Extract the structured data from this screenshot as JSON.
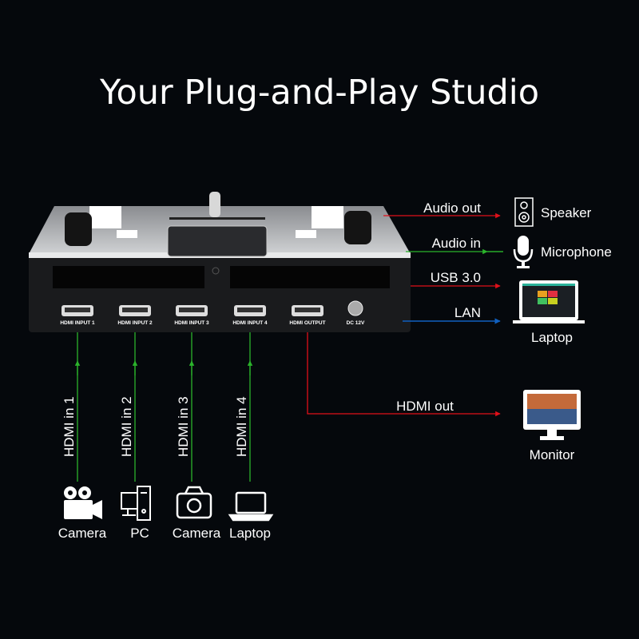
{
  "title": "Your Plug-and-Play Studio",
  "device": {
    "ports": [
      "HDMI INPUT 1",
      "HDMI INPUT 2",
      "HDMI INPUT 3",
      "HDMI INPUT 4",
      "HDMI OUTPUT",
      "DC 12V"
    ]
  },
  "inputs": [
    {
      "line_label": "HDMI in 1",
      "device": "Camera",
      "icon": "video-camera-icon"
    },
    {
      "line_label": "HDMI in 2",
      "device": "PC",
      "icon": "desktop-pc-icon"
    },
    {
      "line_label": "HDMI in 3",
      "device": "Camera",
      "icon": "photo-camera-icon"
    },
    {
      "line_label": "HDMI in 4",
      "device": "Laptop",
      "icon": "laptop-icon"
    }
  ],
  "outputs": {
    "audio_out": {
      "label": "Audio out",
      "device": "Speaker"
    },
    "audio_in": {
      "label": "Audio in",
      "device": "Microphone"
    },
    "usb": {
      "label": "USB 3.0"
    },
    "lan": {
      "label": "LAN"
    },
    "laptop": {
      "device": "Laptop"
    },
    "hdmi_out": {
      "label": "HDMI out",
      "device": "Monitor"
    }
  },
  "colors": {
    "background": "#05080c",
    "output_arrow": "#e0101a",
    "input_arrow": "#2bb32b",
    "lan_arrow": "#1060c0"
  }
}
